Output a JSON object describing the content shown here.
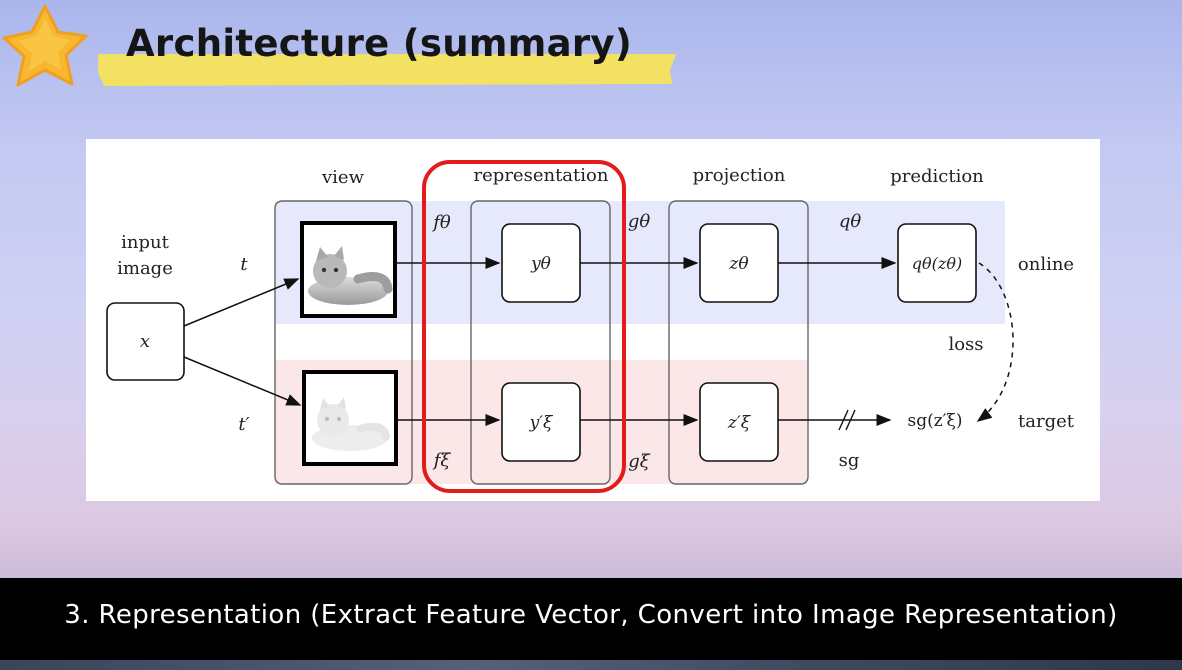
{
  "slide": {
    "title": "Architecture (summary)",
    "caption": "3. Representation (Extract Feature Vector, Convert into Image Representation)",
    "colors": {
      "highlight_outline": "#e31b1b",
      "online_band": "#e6e8fb",
      "target_band": "#fbe6e8",
      "title_marker": "#f6e35a",
      "star": "#f7b731"
    }
  },
  "diagram": {
    "stage_headers": {
      "view": "view",
      "representation": "representation",
      "projection": "projection",
      "prediction": "prediction"
    },
    "input_label_line1": "input",
    "input_label_line2": "image",
    "input_node": "x",
    "aug_online": "t",
    "aug_target": "t′",
    "f_online": "fθ",
    "f_target": "fξ",
    "g_online": "gθ",
    "g_target": "gξ",
    "q_online": "qθ",
    "node_y_online": "yθ",
    "node_y_target": "y′ξ",
    "node_z_online": "zθ",
    "node_z_target": "z′ξ",
    "node_pred": "qθ(zθ)",
    "target_out": "sg(z′ξ)",
    "sg_label": "sg",
    "loss_label": "loss",
    "row_online": "online",
    "row_target": "target",
    "image_online": "kitten-photo-color",
    "image_target": "kitten-photo-faded"
  }
}
